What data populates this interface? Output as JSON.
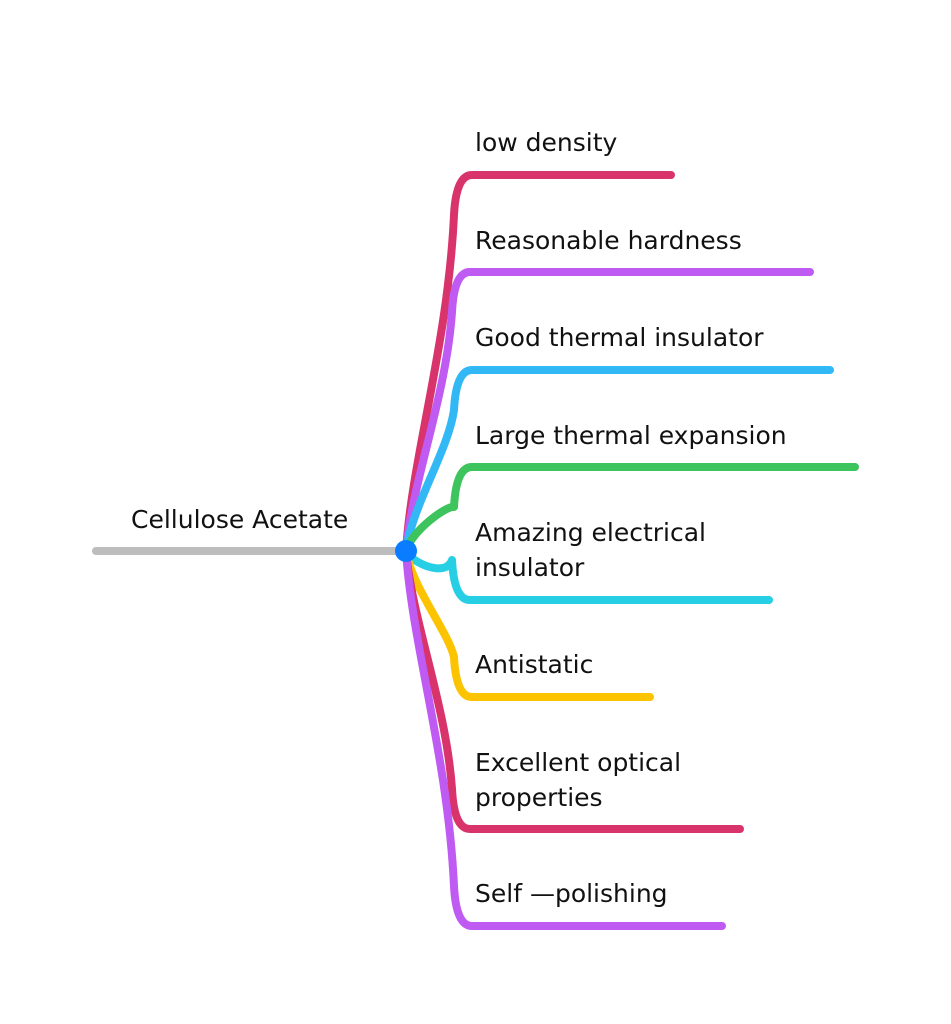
{
  "root": {
    "label": "Cellulose Acetate",
    "line_color": "#bdbdbd",
    "node_color": "#0a7cff"
  },
  "branches": [
    {
      "label": "low density",
      "color": "#d8336a"
    },
    {
      "label": "Reasonable hardness",
      "color": "#bf5af2"
    },
    {
      "label": "Good thermal insulator",
      "color": "#32b8f5"
    },
    {
      "label": "Large thermal expansion",
      "color": "#3ec45c"
    },
    {
      "label": "Amazing electrical\ninsulator",
      "color": "#27cfe5"
    },
    {
      "label": "Antistatic",
      "color": "#fcc400"
    },
    {
      "label": "Excellent optical\nproperties",
      "color": "#d8336a"
    },
    {
      "label": "Self —polishing",
      "color": "#bf5af2"
    }
  ]
}
